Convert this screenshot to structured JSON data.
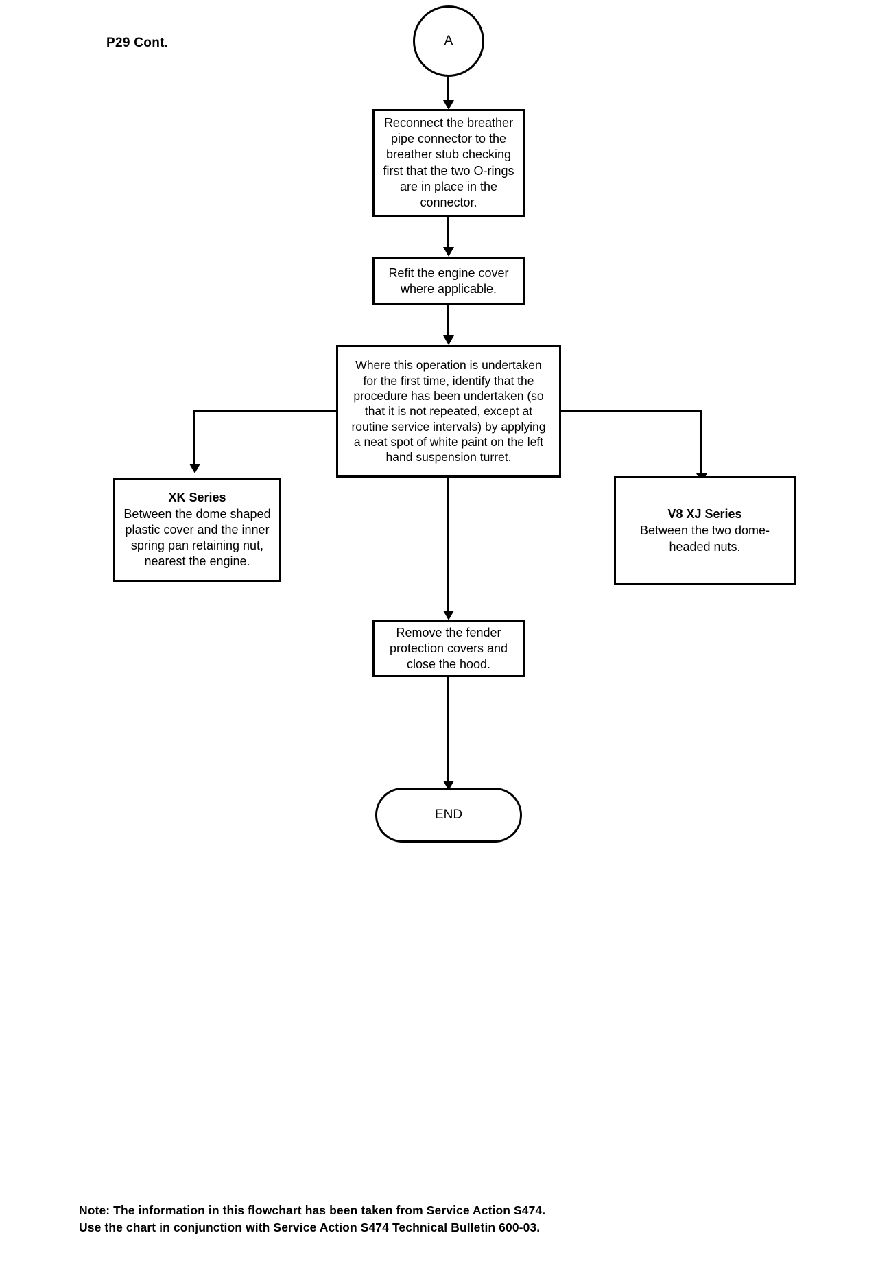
{
  "page": {
    "label": "P29 Cont."
  },
  "nodes": {
    "connector_a": {
      "name": "connector-a",
      "text": "A"
    },
    "reconnect_breather": {
      "name": "reconnect-breather-pipe-step",
      "lines": [
        "Reconnect the breather",
        "pipe connector to the",
        "breather stub checking",
        "first that the two O-rings",
        "are in place in the",
        "connector."
      ]
    },
    "refit_cover": {
      "name": "refit-engine-cover-step",
      "lines": [
        "Refit the engine cover",
        "where applicable."
      ]
    },
    "identify_paint": {
      "name": "identify-white-paint-step",
      "lines": [
        "Where this operation is undertaken",
        "for the first time, identify that the",
        "procedure has been undertaken (so",
        "that it is not repeated, except at",
        "routine service intervals) by applying",
        "a neat spot of white paint on the left",
        "hand suspension turret."
      ]
    },
    "xk_series": {
      "name": "xk-series-note",
      "title": "XK Series",
      "lines": [
        "Between the dome shaped",
        "plastic cover and the inner",
        "spring pan retaining nut,",
        "nearest the engine."
      ]
    },
    "v8_xj_series": {
      "name": "v8-xj-series-note",
      "title": "V8 XJ Series",
      "lines": [
        "Between the two dome-",
        "headed nuts."
      ]
    },
    "remove_covers": {
      "name": "remove-fender-covers-step",
      "lines": [
        "Remove the fender",
        "protection covers and",
        "close the hood."
      ]
    },
    "end": {
      "name": "end-terminator",
      "text": "END"
    }
  },
  "note": {
    "lines": [
      "Note: The information in this flowchart has been taken from Service Action S474.",
      "Use the chart in conjunction with Service Action S474 Technical Bulletin 600-03."
    ]
  },
  "colors": {
    "ink": "#000000",
    "paper": "#ffffff"
  }
}
